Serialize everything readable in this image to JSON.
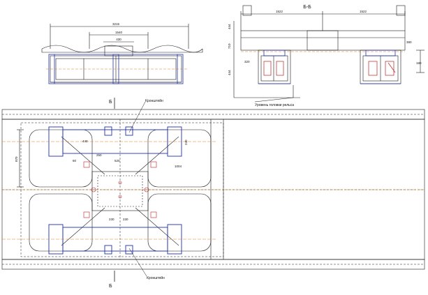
{
  "top_view": {
    "overall_dim": "3215",
    "inner_dim": "1540",
    "center_dim": "430"
  },
  "section_view": {
    "title": "Б-Б",
    "left_span": "1522",
    "right_span": "1522",
    "height_upper": "444",
    "height_mid": "710",
    "height_lower": "444",
    "small_dim": "380",
    "offset_left": "320",
    "offset_right": "180",
    "level_label": "Уровень головки рельса"
  },
  "plan_view": {
    "section_mark_top": "Б",
    "section_mark_bottom": "Б",
    "bracket_label_top": "Кронштейн",
    "bracket_label_bottom": "Кронштейн",
    "dim_left_vertical": "870",
    "dim_a": "440",
    "dim_b": "250",
    "dim_c": "520",
    "dim_d": "1004",
    "dim_e": "240",
    "dim_f": "230",
    "dim_g": "230",
    "dim_h": "60"
  },
  "colors": {
    "line": "#1a1a1a",
    "accent_blue": "#1f2fb0",
    "accent_orange": "#e07a1f",
    "accent_red": "#c02020"
  }
}
